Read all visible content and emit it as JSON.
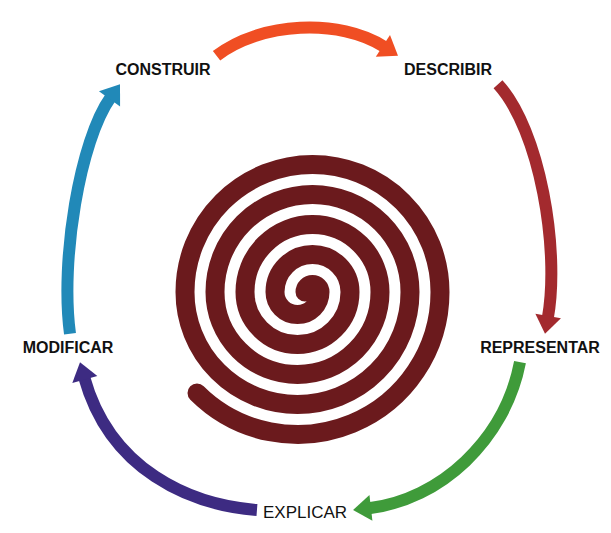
{
  "diagram": {
    "nodes": [
      {
        "text": [
          "CONSTRUIR"
        ]
      },
      {
        "text": [
          "DESCRIBIR"
        ]
      },
      {
        "text": [
          "REPRESENTAR"
        ]
      },
      {
        "text": [
          "EXPLICAR"
        ]
      },
      {
        "text": [
          "MODIFICAR"
        ]
      }
    ],
    "edges": [
      {
        "from": 0,
        "to": 1,
        "arrow": "to"
      },
      {
        "from": 1,
        "to": 2,
        "arrow": "to"
      },
      {
        "from": 2,
        "to": 3,
        "arrow": "to"
      },
      {
        "from": 3,
        "to": 4,
        "arrow": "to"
      },
      {
        "from": 4,
        "to": 0,
        "arrow": "to"
      }
    ]
  }
}
